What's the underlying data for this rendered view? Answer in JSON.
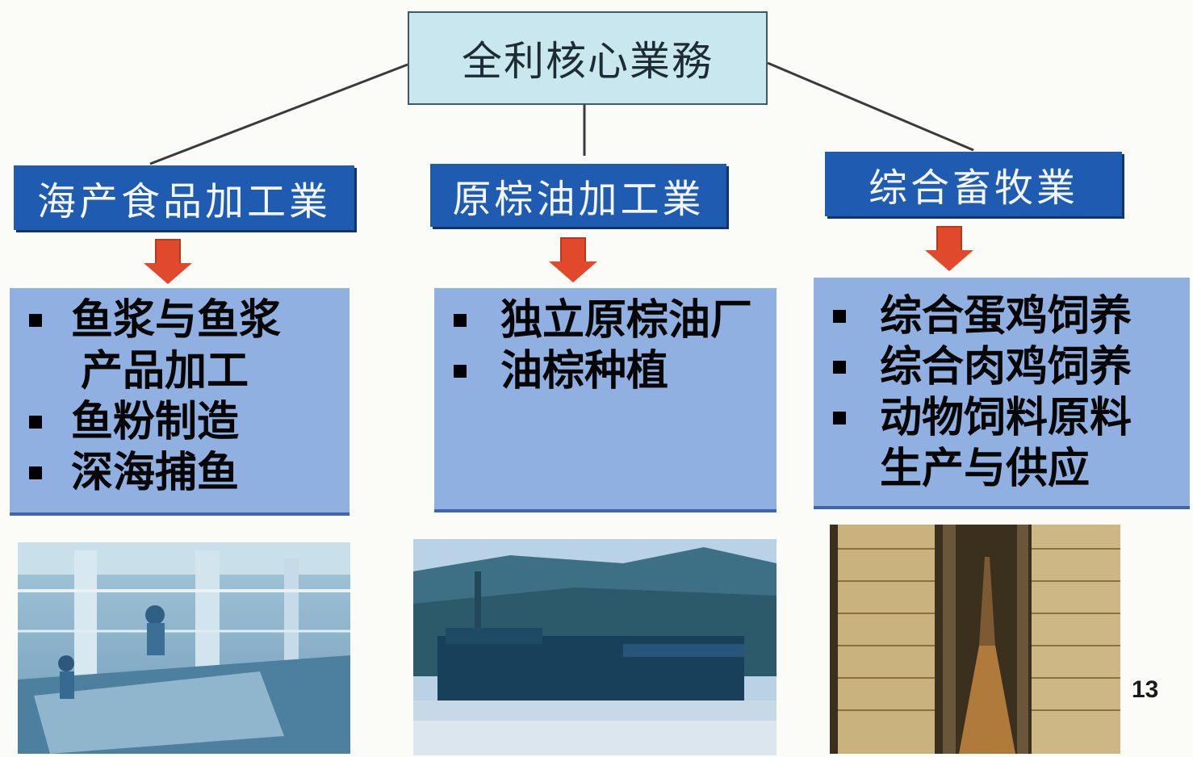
{
  "root": {
    "label": "全利核心業務"
  },
  "categories": [
    {
      "label": "海产食品加工業",
      "items": [
        {
          "line1": "鱼浆与鱼浆",
          "line2": "产品加工"
        },
        {
          "line1": "鱼粉制造"
        },
        {
          "line1": "深海捕鱼"
        }
      ],
      "photo_icon": "fish-processing-factory-photo"
    },
    {
      "label": "原棕油加工業",
      "items": [
        {
          "line1": "独立原棕油厂"
        },
        {
          "line1": "油棕种植"
        }
      ],
      "photo_icon": "palm-oil-mill-photo"
    },
    {
      "label": "综合畜牧業",
      "items": [
        {
          "line1": "综合蛋鸡饲养"
        },
        {
          "line1": "综合肉鸡饲养"
        },
        {
          "line1": "动物饲料原料",
          "line2": "生产与供应"
        }
      ],
      "photo_icon": "poultry-house-photo"
    }
  ],
  "page_number": "13",
  "colors": {
    "root_fill": "#c9e7ef",
    "category_fill": "#1f5bb0",
    "detail_fill": "#8fb0e0",
    "arrow": "#e0492c"
  }
}
